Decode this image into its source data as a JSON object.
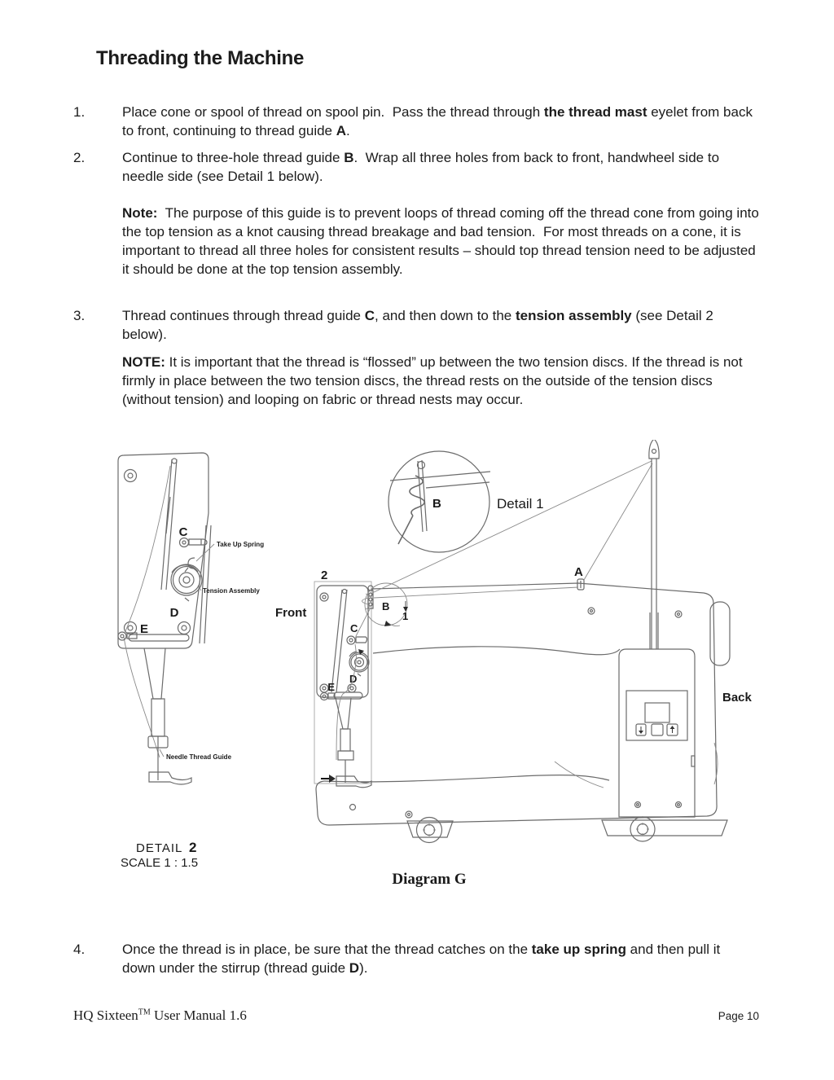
{
  "page": {
    "title": "Threading the Machine",
    "diagram_caption": "Diagram G",
    "footer_brand": "HQ Sixteen",
    "footer_tm": "TM",
    "footer_manual": " User Manual 1.6",
    "footer_page": "Page 10"
  },
  "instructions": {
    "step1": {
      "number": "1.",
      "segments": [
        "Place cone or spool of thread on spool pin.  Pass the thread through ",
        "the thread mast",
        " eyelet from back to front, continuing to thread guide ",
        "A",
        "."
      ]
    },
    "step2": {
      "number": "2.",
      "segments": [
        "Continue to three-hole thread guide ",
        "B",
        ".  Wrap all three holes from back to front, handwheel side to needle side (see Detail 1 below)."
      ]
    },
    "note1": {
      "label": "Note:",
      "text": "  The purpose of this guide is to prevent loops of thread coming off the thread cone from going into the top tension as a knot causing thread breakage and bad tension.  For most threads on a cone, it is important to thread all three holes for consistent results – should top thread tension need to be adjusted it should be done at the top tension assembly."
    },
    "step3": {
      "number": "3.",
      "segments": [
        "Thread continues through thread guide ",
        "C",
        ", and then down to the ",
        "tension assembly",
        " (see Detail 2 below)."
      ]
    },
    "note2": {
      "label": "NOTE:",
      "text": " It is important that the thread is “flossed” up between the two tension discs. If the thread is not firmly in place between the two tension discs, the thread rests on the outside of the tension discs (without tension) and looping on fabric or thread nests may occur."
    },
    "step4": {
      "number": "4.",
      "segments": [
        "Once the thread is in place, be sure that the thread catches on the ",
        "take up spring",
        " and then pull it down under the stirrup (thread guide ",
        "D",
        ")."
      ]
    }
  },
  "diagram": {
    "detail1": {
      "label": "Detail 1",
      "b": "B"
    },
    "detail2": {
      "c": "C",
      "take_up_spring": "Take Up Spring",
      "tension_assembly": "Tension Assembly",
      "d": "D",
      "e": "E",
      "needle_thread_guide": "Needle Thread Guide",
      "detail_word": "DETAIL",
      "detail_num": "2",
      "scale": "SCALE 1 : 1.5"
    },
    "main": {
      "front": "Front",
      "back": "Back",
      "region": "2",
      "a": "A",
      "b": "B",
      "one": "1",
      "c": "C",
      "d": "D",
      "e": "E"
    }
  }
}
